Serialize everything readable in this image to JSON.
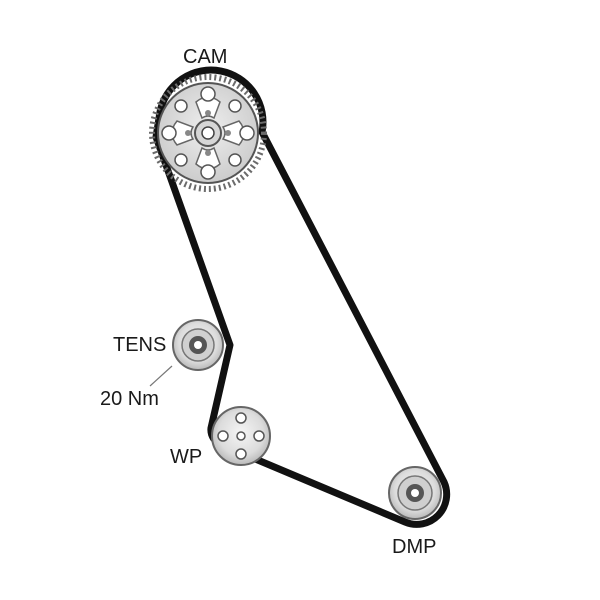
{
  "labels": {
    "cam": "CAM",
    "tens": "TENS",
    "torque": "20 Nm",
    "wp": "WP",
    "dmp": "DMP"
  },
  "colors": {
    "belt": "#111111",
    "pulley_fill": "#e8e8e8",
    "pulley_ring": "#bdbdbd",
    "hub": "#444444",
    "text": "#1a1a1a"
  },
  "cam_gear": {
    "teeth_visible": "lower-right arc",
    "outer_holes": 8,
    "bolt_holes": 4
  },
  "water_pump": {
    "bolt_holes": 4
  }
}
